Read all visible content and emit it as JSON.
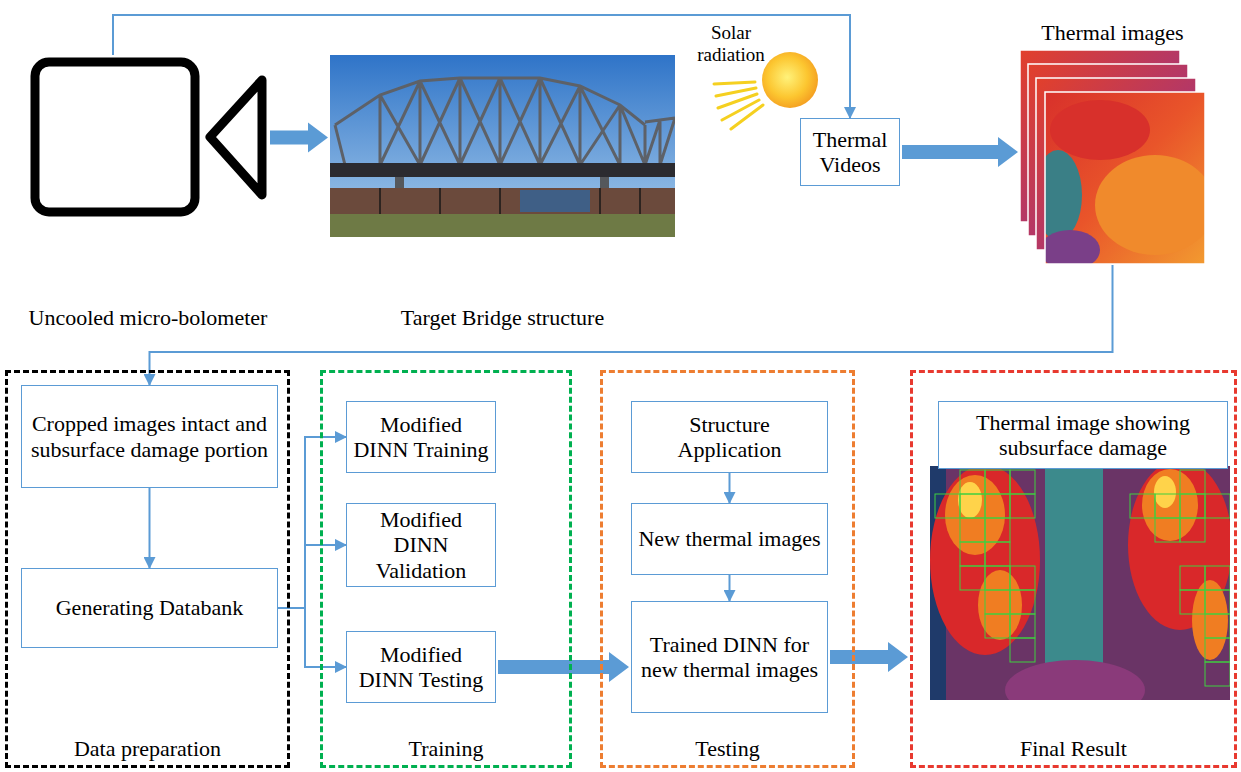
{
  "diagram": {
    "nodes": [
      {
        "text": [
          "Uncooled micro-bolometer"
        ]
      },
      {
        "text": [
          "Target Bridge structure"
        ]
      },
      {
        "text": [
          "Thermal Videos"
        ]
      },
      {
        "text": [
          "Thermal images"
        ]
      },
      {
        "text": [
          "Data preparation"
        ]
      },
      {
        "text": [
          "Cropped images intact and subsurface damage portion"
        ],
        "in": 4
      },
      {
        "text": [
          "Generating Databank"
        ],
        "in": 4
      },
      {
        "text": [
          "Training"
        ]
      },
      {
        "text": [
          "Modified DINN Training"
        ],
        "in": 7
      },
      {
        "text": [
          "Modified DINN Validation"
        ],
        "in": 7
      },
      {
        "text": [
          "Modified DINN Testing"
        ],
        "in": 7
      },
      {
        "text": [
          "Testing"
        ]
      },
      {
        "text": [
          "Structure Application"
        ],
        "in": 11
      },
      {
        "text": [
          "New thermal images"
        ],
        "in": 11
      },
      {
        "text": [
          "Trained DINN for new thermal images"
        ],
        "in": 11
      },
      {
        "text": [
          "Final Result"
        ]
      },
      {
        "text": [
          "Thermal image showing subsurface damage"
        ],
        "in": 15
      }
    ],
    "edges": [
      {
        "from": 0,
        "to": 1,
        "arrow": "to"
      },
      {
        "from": 0,
        "to": 2,
        "arrow": "to"
      },
      {
        "from": 2,
        "to": 3,
        "arrow": "to"
      },
      {
        "from": 3,
        "to": 5,
        "arrow": "to"
      },
      {
        "from": 5,
        "to": 6,
        "arrow": "to"
      },
      {
        "from": 6,
        "to": 8,
        "arrow": "to"
      },
      {
        "from": 6,
        "to": 9,
        "arrow": "to"
      },
      {
        "from": 6,
        "to": 10,
        "arrow": "to"
      },
      {
        "from": 10,
        "to": 14,
        "arrow": "to"
      },
      {
        "from": 12,
        "to": 13,
        "arrow": "to"
      },
      {
        "from": 13,
        "to": 14,
        "arrow": "to"
      },
      {
        "from": 14,
        "to": 15,
        "arrow": "to"
      }
    ],
    "labels": [
      "Solar radiation"
    ]
  }
}
